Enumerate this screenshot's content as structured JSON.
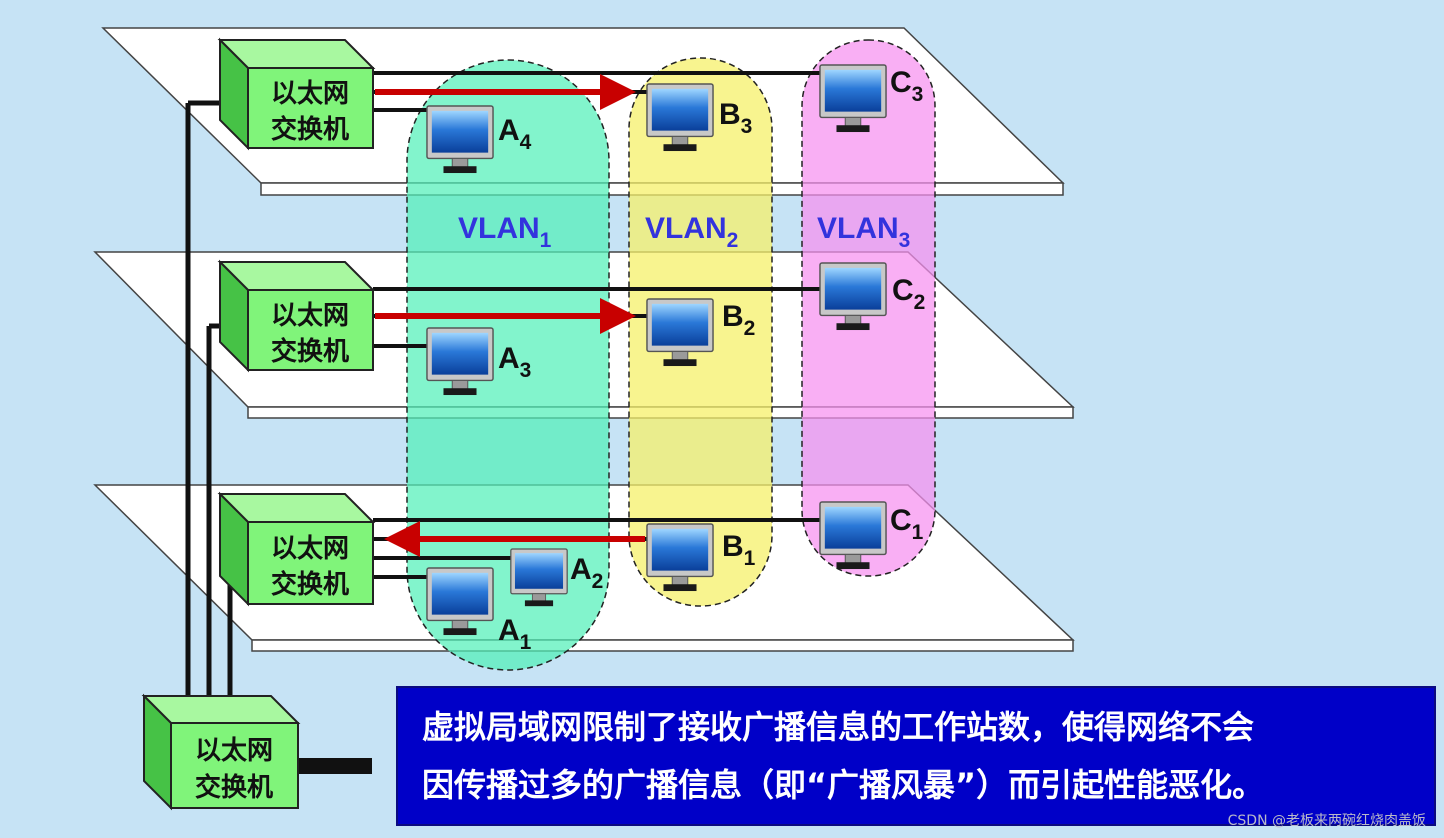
{
  "switch_label": {
    "line1": "以太网",
    "line2": "交换机"
  },
  "vlans": [
    {
      "name": "VLAN",
      "sub": "1",
      "color": "#3333dd"
    },
    {
      "name": "VLAN",
      "sub": "2",
      "color": "#3333dd"
    },
    {
      "name": "VLAN",
      "sub": "3",
      "color": "#3333dd"
    }
  ],
  "stations": {
    "A1": {
      "letter": "A",
      "sub": "1"
    },
    "A2": {
      "letter": "A",
      "sub": "2"
    },
    "A3": {
      "letter": "A",
      "sub": "3"
    },
    "A4": {
      "letter": "A",
      "sub": "4"
    },
    "B1": {
      "letter": "B",
      "sub": "1"
    },
    "B2": {
      "letter": "B",
      "sub": "2"
    },
    "B3": {
      "letter": "B",
      "sub": "3"
    },
    "C1": {
      "letter": "C",
      "sub": "1"
    },
    "C2": {
      "letter": "C",
      "sub": "2"
    },
    "C3": {
      "letter": "C",
      "sub": "3"
    }
  },
  "caption": {
    "line1": "虚拟局域网限制了接收广播信息的工作站数，使得网络不会",
    "line2": "因传播过多的广播信息（即“广播风暴”）而引起性能恶化。"
  },
  "watermark": "CSDN @老板来两碗红烧肉盖饭",
  "colors": {
    "background": "#c6e3f5",
    "vlan1_fill": "#52f0b8",
    "vlan2_fill": "#f6f06a",
    "vlan3_fill": "#f690f0",
    "switch_face": "#80f47a",
    "switch_side": "#46c246",
    "arrow": "#c80000",
    "caption_bg": "#0000c8"
  },
  "icons": [
    "monitor-icon",
    "switch-icon",
    "arrow-icon"
  ]
}
